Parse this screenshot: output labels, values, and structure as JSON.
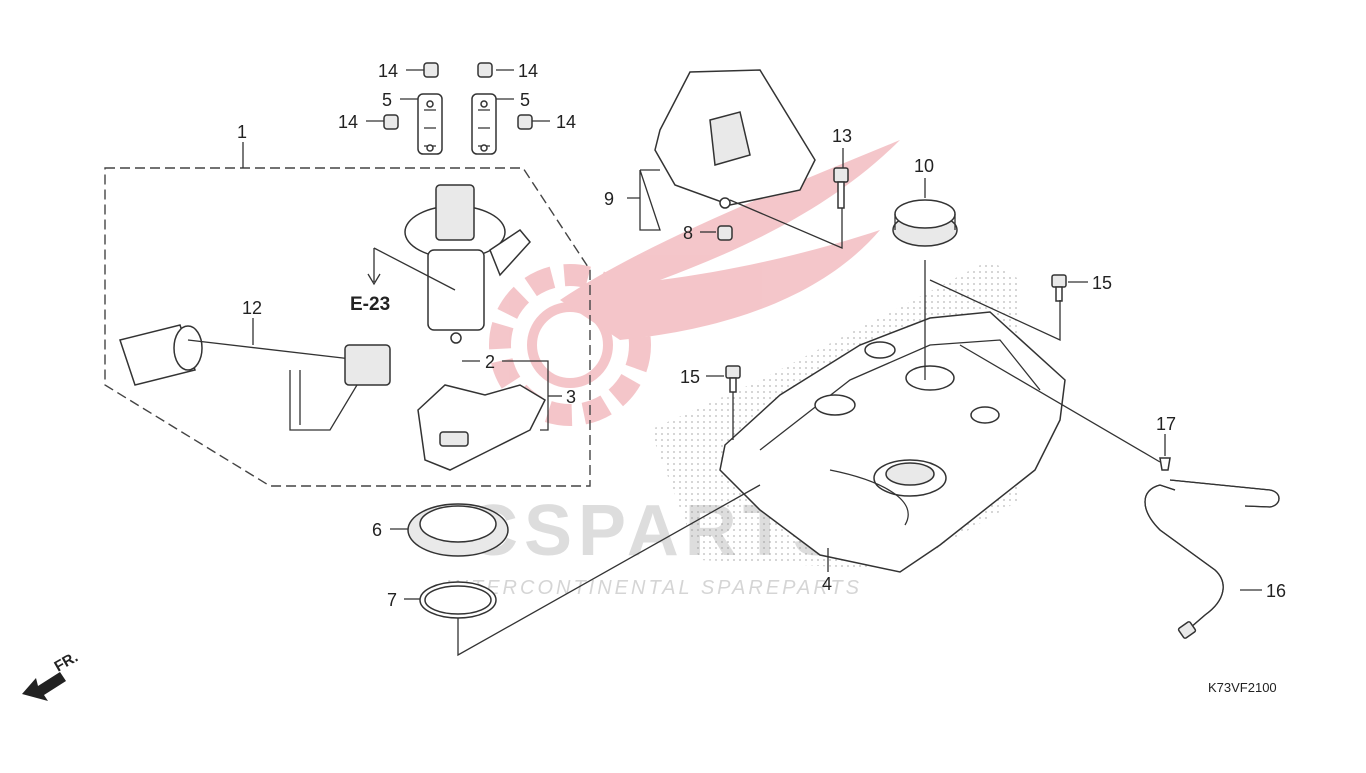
{
  "diagram": {
    "code": "K73VF2100",
    "reference": "E-23",
    "direction": "FR.",
    "callouts": [
      "14",
      "14",
      "14",
      "14",
      "5",
      "5",
      "1",
      "12",
      "2",
      "3",
      "6",
      "7",
      "9",
      "8",
      "13",
      "10",
      "15",
      "15",
      "17",
      "16",
      "4"
    ]
  },
  "watermark": {
    "brand": "ICSPARTS",
    "tagline": "INTERCONTINENTAL SPAREPARTS",
    "color": "#d9333f"
  }
}
